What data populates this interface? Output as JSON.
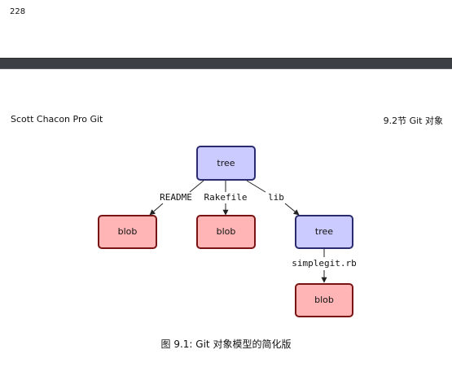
{
  "page": {
    "number": "228",
    "running_head_left": "Scott Chacon  Pro Git",
    "running_head_right": "9.2节  Git 对象"
  },
  "diagram": {
    "nodes": {
      "root_tree": "tree",
      "blob_readme": "blob",
      "blob_rakefile": "blob",
      "lib_tree": "tree",
      "blob_simplegit": "blob"
    },
    "edges": {
      "readme": "README",
      "rakefile": "Rakefile",
      "lib": "lib",
      "simplegit": "simplegit.rb"
    }
  },
  "caption": "图  9.1: Git 对象模型的简化版",
  "colors": {
    "tree_fill": "#cccbff",
    "tree_border": "#2a2a6e",
    "blob_fill": "#ffb5b5",
    "blob_border": "#7a1414",
    "divider": "#3c3f44"
  }
}
